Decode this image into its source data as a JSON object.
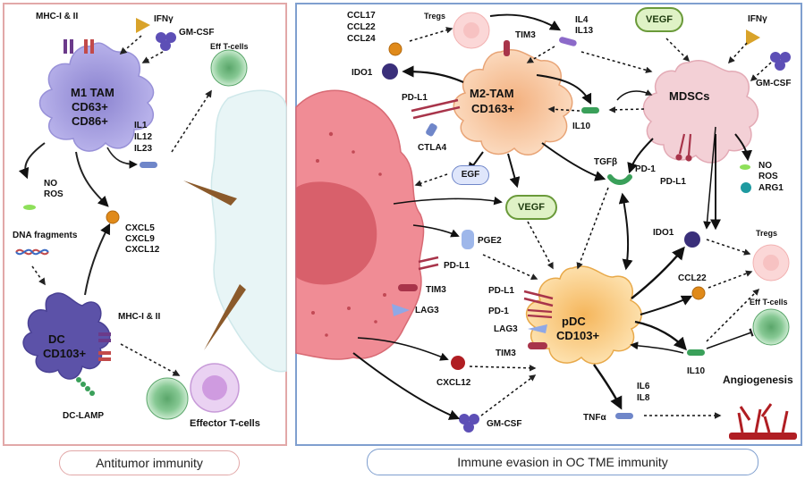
{
  "panels": {
    "left_caption": "Antitumor immunity",
    "right_caption": "Immune evasion in OC TME immunity"
  },
  "left": {
    "mhc_top": "MHC-I & II",
    "ifng": "IFNγ",
    "gmcsf": "GM-CSF",
    "m1_title": "M1 TAM",
    "m1_cd63": "CD63+",
    "m1_cd86": "CD86+",
    "il1": "IL1",
    "il12": "IL12",
    "il23": "IL23",
    "eff_small": "Eff T-cells",
    "no": "NO",
    "ros": "ROS",
    "dna": "DNA fragments",
    "cxcl5": "CXCL5",
    "cxcl9": "CXCL9",
    "cxcl12": "CXCL12",
    "dc_title": "DC",
    "dc_cd103": "CD103+",
    "mhc_dc": "MHC-I & II",
    "dc_lamp": "DC-LAMP",
    "effector": "Effector T-cells"
  },
  "right": {
    "ccl17": "CCL17",
    "ccl22": "CCL22",
    "ccl24": "CCL24",
    "tregs_top": "Tregs",
    "tim3_top": "TIM3",
    "il4": "IL4",
    "il13": "IL13",
    "vegf_top": "VEGF",
    "ifng": "IFNγ",
    "gmcsf": "GM-CSF",
    "ido1_left": "IDO1",
    "m2_title": "M2-TAM",
    "m2_cd163": "CD163+",
    "pdl1_m2": "PD-L1",
    "ctla4": "CTLA4",
    "il10_top": "IL10",
    "mdscs": "MDSCs",
    "no": "NO",
    "ros": "ROS",
    "arg1": "ARG1",
    "pd1_mdsc": "PD-1",
    "pdl1_mdsc": "PD-L1",
    "tgfb": "TGFβ",
    "egf": "EGF",
    "vegf_mid": "VEGF",
    "pge2": "PGE2",
    "pdl1_tumor": "PD-L1",
    "tim3_tumor": "TIM3",
    "lag3_tumor": "LAG3",
    "ido1_right": "IDO1",
    "tregs_right": "Tregs",
    "pdl1_pdc": "PD-L1",
    "pd1_pdc": "PD-1",
    "lag3_pdc": "LAG3",
    "tim3_pdc": "TIM3",
    "pdc_title": "pDC",
    "pdc_cd103": "CD103+",
    "eff_right": "Eff T-cells",
    "il10_bottom": "IL10",
    "cxcl12": "CXCL12",
    "il6": "IL6",
    "il8": "IL8",
    "tnfa": "TNFα",
    "angiogenesis": "Angiogenesis",
    "gmcsf_bottom": "GM-CSF"
  },
  "colors": {
    "left_border": "#e2a8a8",
    "right_border": "#7f9fcf",
    "m1": "#a9a3e0",
    "dc": "#5c52a8",
    "m2": "#f8c8a2",
    "mdsc": "#f3d0d6",
    "pdc": "#f9d08e",
    "tumor": "#f08c95",
    "treg": "#fbd7d7",
    "tcell": "#9fd6a8"
  }
}
